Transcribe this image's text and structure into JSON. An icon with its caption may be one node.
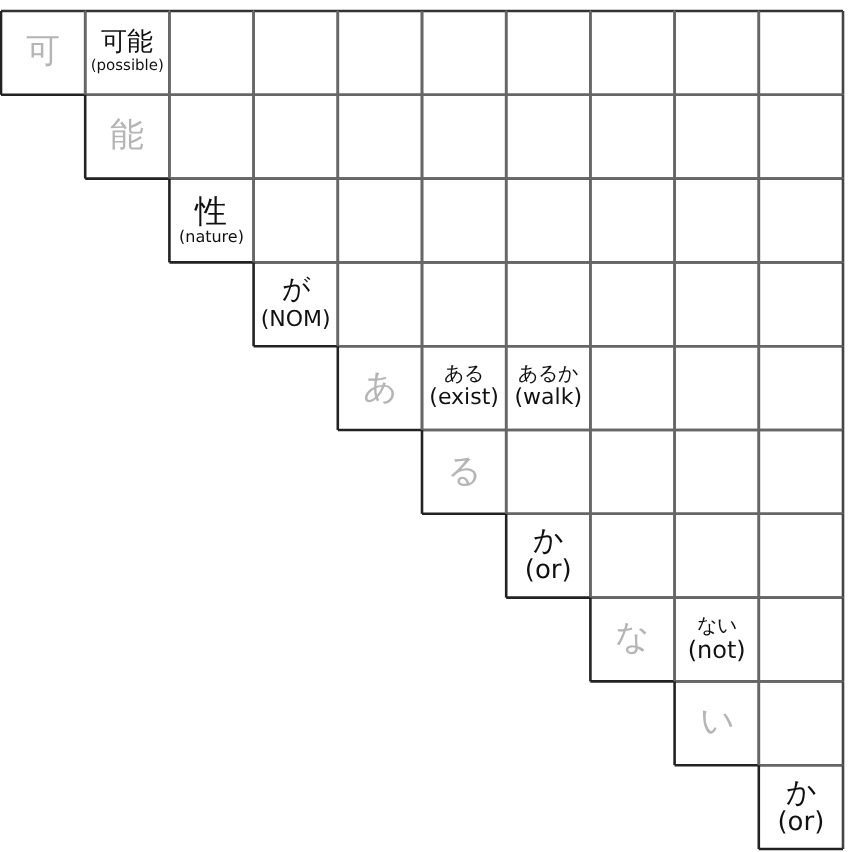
{
  "diagram": {
    "labels": [
      "可",
      "可能",
      "(possible)",
      "能",
      "性",
      "(nature)",
      "が",
      "(NOM)",
      "あ",
      "ある",
      "(exist)",
      "あるか",
      "(walk)",
      "る",
      "か",
      "(or)",
      "な",
      "ない",
      "(not)",
      "い",
      "か",
      "(or)"
    ]
  }
}
